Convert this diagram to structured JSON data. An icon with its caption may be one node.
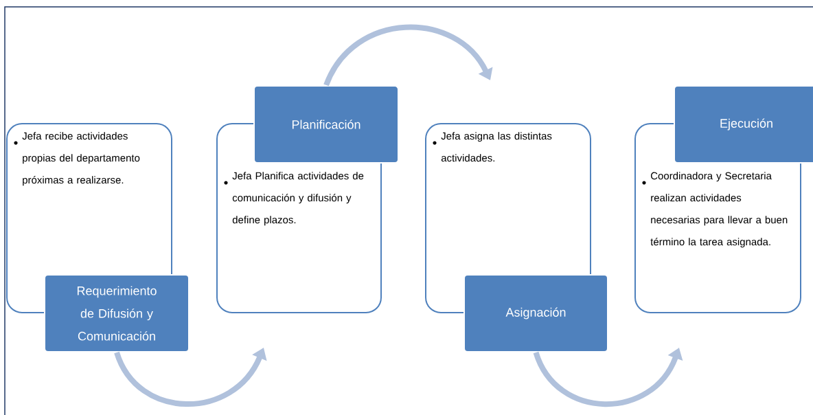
{
  "diagram": {
    "nodes": [
      {
        "text": [
          "Jefa recibe actividades propias del departamento  próximas a realizarse."
        ]
      },
      {
        "text": [
          "Requerimiento de Difusión y Comunicación"
        ]
      },
      {
        "text": [
          "Planificación"
        ]
      },
      {
        "text": [
          "Jefa Planifica actividades de comunicación y difusión y define plazos."
        ]
      },
      {
        "text": [
          "Jefa asigna las distintas actividades."
        ]
      },
      {
        "text": [
          "Asignación"
        ]
      },
      {
        "text": [
          "Ejecución"
        ]
      },
      {
        "text": [
          "Coordinadora y Secretaria realizan actividades necesarias para llevar a buen término la tarea asignada."
        ]
      }
    ],
    "edges": [
      {
        "from": 1,
        "to": 3,
        "arrow": "to"
      },
      {
        "from": 2,
        "to": 4,
        "arrow": "to"
      },
      {
        "from": 5,
        "to": 7,
        "arrow": "to"
      }
    ]
  }
}
